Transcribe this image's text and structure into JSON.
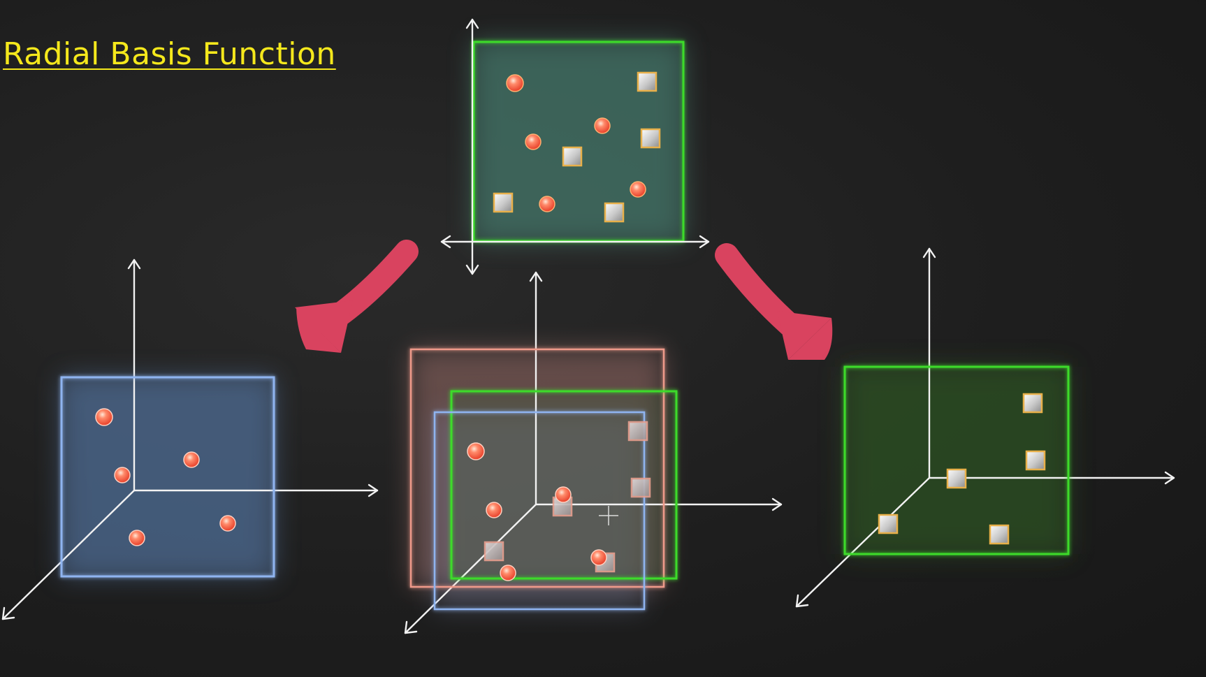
{
  "title": "Radial Basis Function",
  "colors": {
    "background": "#1f1f1f",
    "title": "#f5e81c",
    "axis": "#f2f2f2",
    "green_plane": "#3ddb2a",
    "blue_plane": "#8fb4f0",
    "salmon_plane": "#ef9a8a",
    "arrow": "#d9435f",
    "class_a_point": "#ff5a3c",
    "class_b_point": "#e8b04a"
  },
  "icons": {
    "class_a": "red-circle-marker",
    "class_b": "square-marker",
    "transform_arrow": "thick-curved-arrow",
    "cursor": "crosshair-cursor-icon"
  }
}
